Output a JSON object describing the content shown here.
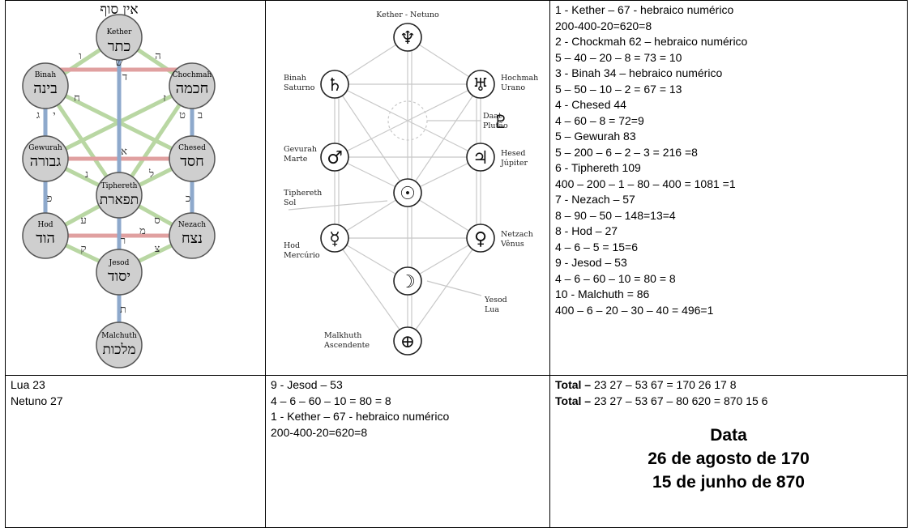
{
  "tree_left": {
    "top_label": "אין סוף",
    "sephirot": [
      {
        "latin": "Kether",
        "hebrew": "כתר"
      },
      {
        "latin": "Binah",
        "hebrew": "בינה"
      },
      {
        "latin": "Chochmah",
        "hebrew": "חכמה"
      },
      {
        "latin": "Gewurah",
        "hebrew": "גבורה"
      },
      {
        "latin": "Chesed",
        "hebrew": "חסד"
      },
      {
        "latin": "Tiphereth",
        "hebrew": "תפארת"
      },
      {
        "latin": "Hod",
        "hebrew": "הוד"
      },
      {
        "latin": "Nezach",
        "hebrew": "נצח"
      },
      {
        "latin": "Jesod",
        "hebrew": "יסוד"
      },
      {
        "latin": "Malchuth",
        "hebrew": "מלכות"
      }
    ],
    "path_letters": [
      "ו",
      "ה",
      "ש",
      "ד",
      "ח",
      "ז",
      "י",
      "ג",
      "ט",
      "ב",
      "א",
      "ל",
      "נ",
      "כ",
      "פ",
      "ע",
      "ס",
      "מ",
      "ר",
      "ק",
      "צ",
      "ת"
    ]
  },
  "tree_right": {
    "nodes": [
      {
        "name": "Kether - Netuno",
        "planet_icon": "neptune-icon"
      },
      {
        "name": "Binah Saturno",
        "planet_icon": "saturn-icon"
      },
      {
        "name": "Hochmah Urano",
        "planet_icon": "uranus-icon"
      },
      {
        "name": "Daat Plutão",
        "planet_icon": "pluto-icon"
      },
      {
        "name": "Gevurah Marte",
        "planet_icon": "mars-icon"
      },
      {
        "name": "Hesed Júpiter",
        "planet_icon": "jupiter-icon"
      },
      {
        "name": "Tiphereth Sol",
        "planet_icon": "sun-icon"
      },
      {
        "name": "Hod Mercúrio",
        "planet_icon": "mercury-icon"
      },
      {
        "name": "Netzach Vênus",
        "planet_icon": "venus-icon"
      },
      {
        "name": "Yesod Lua",
        "planet_icon": "moon-icon"
      },
      {
        "name": "Malkhuth Ascendente",
        "planet_icon": "earth-icon"
      }
    ],
    "labels": {
      "kether": "Kether - Netuno",
      "binah_1": "Binah",
      "binah_2": "Saturno",
      "hochmah_1": "Hochmah",
      "hochmah_2": "Urano",
      "daat_1": "Daat",
      "daat_2": "Plutão",
      "gevurah_1": "Gevurah",
      "gevurah_2": "Marte",
      "hesed_1": "Hesed",
      "hesed_2": "Júpiter",
      "tiphereth_1": "Tiphereth",
      "tiphereth_2": "Sol",
      "hod_1": "Hod",
      "hod_2": "Mercúrio",
      "netzach_1": "Netzach",
      "netzach_2": "Vênus",
      "yesod_1": "Yesod",
      "yesod_2": "Lua",
      "malkhuth_1": "Malkhuth",
      "malkhuth_2": "Ascendente"
    }
  },
  "numerology_lines": [
    "1 - Kether – 67 - hebraico numérico",
    "200-400-20=620=8",
    "2 - Chockmah 62 – hebraico numérico",
    "5 – 40 – 20 – 8 = 73 = 10",
    "3 - Binah 34 – hebraico numérico",
    "5 – 50 – 10 – 2 = 67  = 13",
    "4 - Chesed 44",
    "4 – 60 – 8 = 72=9",
    "5 – Gewurah 83",
    "5 – 200 – 6 – 2 – 3 = 216 =8",
    "6 - Tiphereth 109",
    "400 – 200 – 1 – 80 – 400 = 1081 =1",
    "7 - Nezach – 57",
    "8 – 90 – 50 – 148=13=4",
    "8 - Hod – 27",
    "4 – 6 – 5 = 15=6",
    "9 - Jesod – 53",
    "4 – 6 – 60 – 10 = 80 = 8",
    "10 - Malchuth = 86",
    "400 – 6 – 20 – 30 – 40 = 496=1"
  ],
  "bottom_left": [
    "Lua 23",
    "Netuno 27"
  ],
  "bottom_middle": [
    "9 - Jesod – 53",
    "4 – 6 – 60 – 10 = 80 = 8",
    "1 - Kether – 67 - hebraico numérico",
    "200-400-20=620=8"
  ],
  "totals": [
    {
      "label": "Total –",
      "value": " 23 27 – 53 67 = 170 26 17 8"
    },
    {
      "label": "Total –",
      "value": " 23 27 – 53 67 – 80 620 = 870 15 6"
    }
  ],
  "date_block": {
    "title": "Data",
    "line1": "26 de agosto de 170",
    "line2": "15 de junho de 870"
  },
  "colors": {
    "node_fill": "#cfcfcf",
    "pillar_blue": "#8ea9cc",
    "path_green": "#b9d7a3",
    "path_red": "#e0a0a0"
  }
}
